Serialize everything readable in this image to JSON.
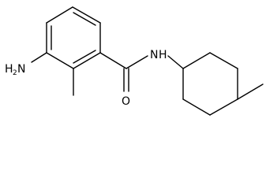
{
  "molecule": {
    "atoms": {
      "amine": {
        "text": "H",
        "sub": "2",
        "suffix": "N"
      },
      "amide_n": {
        "text": "N",
        "h": "H"
      },
      "carbonyl_o": {
        "text": "O"
      }
    }
  }
}
